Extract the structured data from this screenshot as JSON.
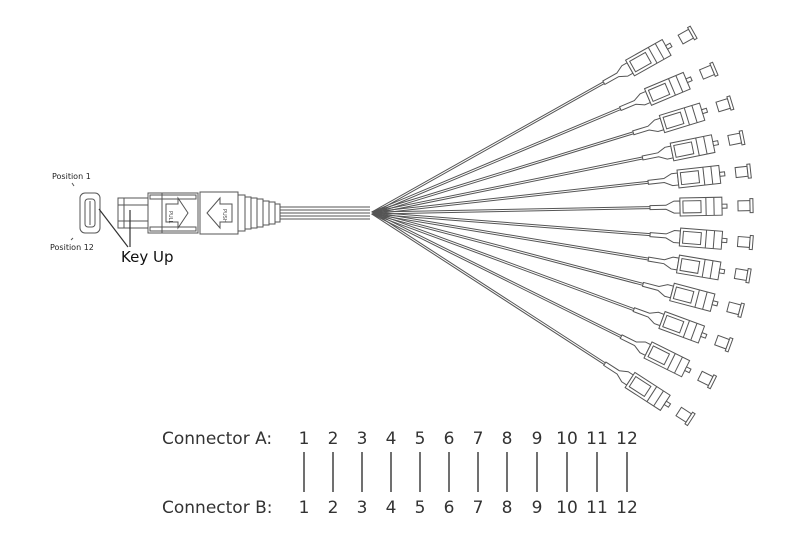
{
  "diagram": {
    "title": "MPO to SC fanout cable pin mapping",
    "mpo_connector": {
      "label_position_top": "Position 1",
      "label_position_bottom": "Position 12",
      "key_label": "Key Up",
      "latch_text_1": "PULL",
      "latch_text_2": "PUSH"
    },
    "fanout_count": 12,
    "mapping": {
      "row_a_label": "Connector A:",
      "row_b_label": "Connector B:",
      "pins_a": [
        "1",
        "2",
        "3",
        "4",
        "5",
        "6",
        "7",
        "8",
        "9",
        "10",
        "11",
        "12"
      ],
      "pins_b": [
        "1",
        "2",
        "3",
        "4",
        "5",
        "6",
        "7",
        "8",
        "9",
        "10",
        "11",
        "12"
      ]
    }
  }
}
